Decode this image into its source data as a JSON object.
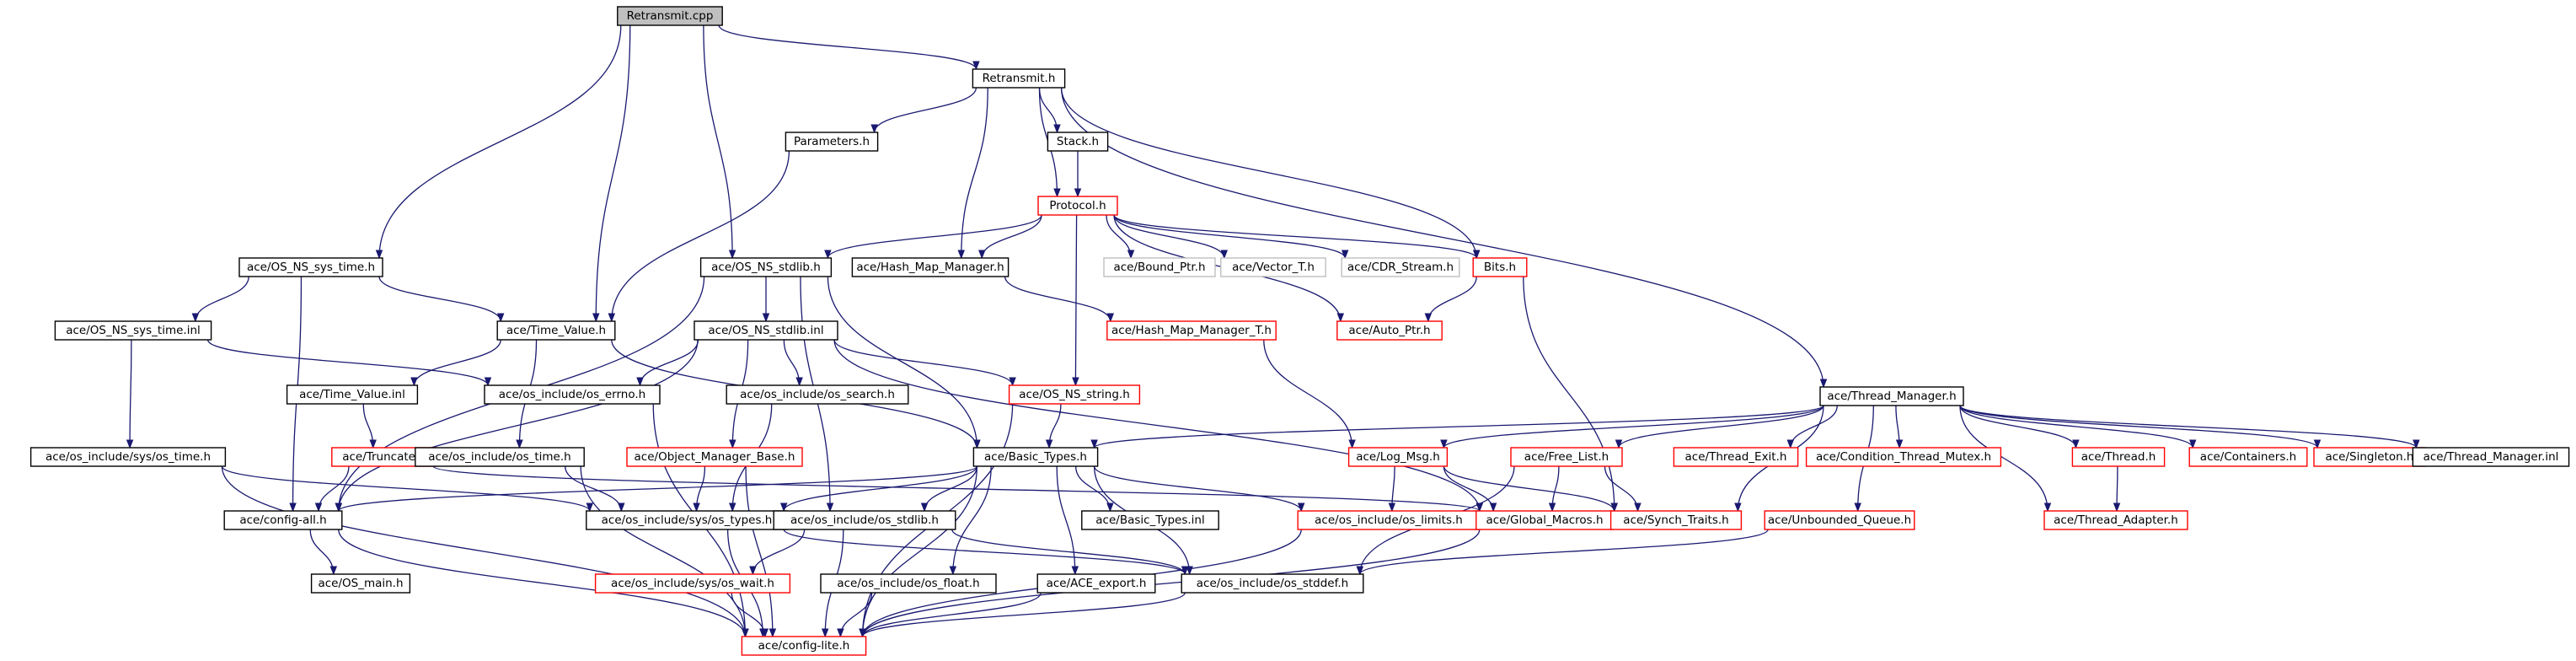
{
  "graph": {
    "nodes": [
      {
        "id": "retransmit_cpp",
        "label": "Retransmit.cpp",
        "style": "root"
      },
      {
        "id": "retransmit_h",
        "label": "Retransmit.h",
        "style": "normal"
      },
      {
        "id": "parameters_h",
        "label": "Parameters.h",
        "style": "normal"
      },
      {
        "id": "stack_h",
        "label": "Stack.h",
        "style": "normal"
      },
      {
        "id": "protocol_h",
        "label": "Protocol.h",
        "style": "truncated"
      },
      {
        "id": "os_ns_sys_time_h",
        "label": "ace/OS_NS_sys_time.h",
        "style": "normal"
      },
      {
        "id": "os_ns_stdlib_h",
        "label": "ace/OS_NS_stdlib.h",
        "style": "normal"
      },
      {
        "id": "hash_map_manager_h",
        "label": "ace/Hash_Map_Manager.h",
        "style": "normal"
      },
      {
        "id": "bound_ptr_h",
        "label": "ace/Bound_Ptr.h",
        "style": "external"
      },
      {
        "id": "vector_t_h",
        "label": "ace/Vector_T.h",
        "style": "external"
      },
      {
        "id": "cdr_stream_h",
        "label": "ace/CDR_Stream.h",
        "style": "external"
      },
      {
        "id": "bits_h",
        "label": "Bits.h",
        "style": "truncated"
      },
      {
        "id": "os_ns_sys_time_inl",
        "label": "ace/OS_NS_sys_time.inl",
        "style": "normal"
      },
      {
        "id": "time_value_h",
        "label": "ace/Time_Value.h",
        "style": "normal"
      },
      {
        "id": "os_ns_stdlib_inl",
        "label": "ace/OS_NS_stdlib.inl",
        "style": "normal"
      },
      {
        "id": "hash_map_manager_t_h",
        "label": "ace/Hash_Map_Manager_T.h",
        "style": "truncated"
      },
      {
        "id": "auto_ptr_h",
        "label": "ace/Auto_Ptr.h",
        "style": "truncated"
      },
      {
        "id": "thread_manager_h",
        "label": "ace/Thread_Manager.h",
        "style": "normal"
      },
      {
        "id": "time_value_inl",
        "label": "ace/Time_Value.inl",
        "style": "normal"
      },
      {
        "id": "os_errno_h",
        "label": "ace/os_include/os_errno.h",
        "style": "normal"
      },
      {
        "id": "os_search_h",
        "label": "ace/os_include/os_search.h",
        "style": "normal"
      },
      {
        "id": "os_ns_string_h",
        "label": "ace/OS_NS_string.h",
        "style": "truncated"
      },
      {
        "id": "sys_os_time_h",
        "label": "ace/os_include/sys/os_time.h",
        "style": "normal"
      },
      {
        "id": "truncate_h",
        "label": "ace/Truncate.h",
        "style": "truncated"
      },
      {
        "id": "os_time_h",
        "label": "ace/os_include/os_time.h",
        "style": "normal"
      },
      {
        "id": "object_manager_base_h",
        "label": "ace/Object_Manager_Base.h",
        "style": "truncated"
      },
      {
        "id": "basic_types_h",
        "label": "ace/Basic_Types.h",
        "style": "normal"
      },
      {
        "id": "log_msg_h",
        "label": "ace/Log_Msg.h",
        "style": "truncated"
      },
      {
        "id": "free_list_h",
        "label": "ace/Free_List.h",
        "style": "truncated"
      },
      {
        "id": "thread_exit_h",
        "label": "ace/Thread_Exit.h",
        "style": "truncated"
      },
      {
        "id": "condition_thread_mutex_h",
        "label": "ace/Condition_Thread_Mutex.h",
        "style": "truncated"
      },
      {
        "id": "thread_h",
        "label": "ace/Thread.h",
        "style": "truncated"
      },
      {
        "id": "containers_h",
        "label": "ace/Containers.h",
        "style": "truncated"
      },
      {
        "id": "singleton_h",
        "label": "ace/Singleton.h",
        "style": "truncated"
      },
      {
        "id": "thread_manager_inl",
        "label": "ace/Thread_Manager.inl",
        "style": "normal"
      },
      {
        "id": "config_all_h",
        "label": "ace/config-all.h",
        "style": "normal"
      },
      {
        "id": "sys_os_types_h",
        "label": "ace/os_include/sys/os_types.h",
        "style": "normal"
      },
      {
        "id": "os_stdlib_h",
        "label": "ace/os_include/os_stdlib.h",
        "style": "normal"
      },
      {
        "id": "basic_types_inl",
        "label": "ace/Basic_Types.inl",
        "style": "normal"
      },
      {
        "id": "os_limits_h",
        "label": "ace/os_include/os_limits.h",
        "style": "truncated"
      },
      {
        "id": "global_macros_h",
        "label": "ace/Global_Macros.h",
        "style": "truncated"
      },
      {
        "id": "synch_traits_h",
        "label": "ace/Synch_Traits.h",
        "style": "truncated"
      },
      {
        "id": "unbounded_queue_h",
        "label": "ace/Unbounded_Queue.h",
        "style": "truncated"
      },
      {
        "id": "thread_adapter_h",
        "label": "ace/Thread_Adapter.h",
        "style": "truncated"
      },
      {
        "id": "os_main_h",
        "label": "ace/OS_main.h",
        "style": "normal"
      },
      {
        "id": "sys_os_wait_h",
        "label": "ace/os_include/sys/os_wait.h",
        "style": "truncated"
      },
      {
        "id": "os_float_h",
        "label": "ace/os_include/os_float.h",
        "style": "normal"
      },
      {
        "id": "ace_export_h",
        "label": "ace/ACE_export.h",
        "style": "normal"
      },
      {
        "id": "os_stddef_h",
        "label": "ace/os_include/os_stddef.h",
        "style": "normal"
      },
      {
        "id": "config_lite_h",
        "label": "ace/config-lite.h",
        "style": "truncated"
      }
    ],
    "edges": [
      [
        "retransmit_cpp",
        "retransmit_h"
      ],
      [
        "retransmit_cpp",
        "os_ns_sys_time_h"
      ],
      [
        "retransmit_cpp",
        "time_value_h"
      ],
      [
        "retransmit_cpp",
        "os_ns_stdlib_h"
      ],
      [
        "retransmit_h",
        "parameters_h"
      ],
      [
        "retransmit_h",
        "stack_h"
      ],
      [
        "retransmit_h",
        "protocol_h"
      ],
      [
        "retransmit_h",
        "hash_map_manager_h"
      ],
      [
        "retransmit_h",
        "bits_h"
      ],
      [
        "retransmit_h",
        "thread_manager_h"
      ],
      [
        "parameters_h",
        "time_value_h"
      ],
      [
        "stack_h",
        "protocol_h"
      ],
      [
        "protocol_h",
        "os_ns_stdlib_h"
      ],
      [
        "protocol_h",
        "hash_map_manager_h"
      ],
      [
        "protocol_h",
        "bound_ptr_h"
      ],
      [
        "protocol_h",
        "vector_t_h"
      ],
      [
        "protocol_h",
        "cdr_stream_h"
      ],
      [
        "protocol_h",
        "bits_h"
      ],
      [
        "protocol_h",
        "auto_ptr_h"
      ],
      [
        "protocol_h",
        "os_ns_string_h"
      ],
      [
        "os_ns_sys_time_h",
        "os_ns_sys_time_inl"
      ],
      [
        "os_ns_sys_time_h",
        "time_value_h"
      ],
      [
        "os_ns_sys_time_h",
        "config_all_h"
      ],
      [
        "os_ns_stdlib_h",
        "os_ns_stdlib_inl"
      ],
      [
        "os_ns_stdlib_h",
        "config_all_h"
      ],
      [
        "os_ns_stdlib_h",
        "basic_types_h"
      ],
      [
        "os_ns_stdlib_h",
        "os_stdlib_h"
      ],
      [
        "hash_map_manager_h",
        "hash_map_manager_t_h"
      ],
      [
        "bits_h",
        "auto_ptr_h"
      ],
      [
        "bits_h",
        "synch_traits_h"
      ],
      [
        "os_ns_sys_time_inl",
        "sys_os_time_h"
      ],
      [
        "os_ns_sys_time_inl",
        "os_errno_h"
      ],
      [
        "time_value_h",
        "time_value_inl"
      ],
      [
        "time_value_h",
        "os_time_h"
      ],
      [
        "time_value_h",
        "basic_types_h"
      ],
      [
        "os_ns_stdlib_inl",
        "os_errno_h"
      ],
      [
        "os_ns_stdlib_inl",
        "os_search_h"
      ],
      [
        "os_ns_stdlib_inl",
        "os_ns_string_h"
      ],
      [
        "os_ns_stdlib_inl",
        "object_manager_base_h"
      ],
      [
        "os_ns_stdlib_inl",
        "global_macros_h"
      ],
      [
        "os_ns_stdlib_inl",
        "config_all_h"
      ],
      [
        "hash_map_manager_t_h",
        "log_msg_h"
      ],
      [
        "thread_manager_h",
        "basic_types_h"
      ],
      [
        "thread_manager_h",
        "log_msg_h"
      ],
      [
        "thread_manager_h",
        "free_list_h"
      ],
      [
        "thread_manager_h",
        "thread_exit_h"
      ],
      [
        "thread_manager_h",
        "condition_thread_mutex_h"
      ],
      [
        "thread_manager_h",
        "thread_h"
      ],
      [
        "thread_manager_h",
        "containers_h"
      ],
      [
        "thread_manager_h",
        "singleton_h"
      ],
      [
        "thread_manager_h",
        "thread_manager_inl"
      ],
      [
        "thread_manager_h",
        "synch_traits_h"
      ],
      [
        "thread_manager_h",
        "unbounded_queue_h"
      ],
      [
        "thread_manager_h",
        "thread_adapter_h"
      ],
      [
        "time_value_inl",
        "truncate_h"
      ],
      [
        "os_errno_h",
        "config_lite_h"
      ],
      [
        "os_search_h",
        "sys_os_types_h"
      ],
      [
        "os_ns_string_h",
        "basic_types_h"
      ],
      [
        "os_ns_string_h",
        "config_lite_h"
      ],
      [
        "sys_os_time_h",
        "sys_os_types_h"
      ],
      [
        "sys_os_time_h",
        "config_lite_h"
      ],
      [
        "truncate_h",
        "config_all_h"
      ],
      [
        "truncate_h",
        "global_macros_h"
      ],
      [
        "os_time_h",
        "sys_os_types_h"
      ],
      [
        "os_time_h",
        "config_lite_h"
      ],
      [
        "object_manager_base_h",
        "sys_os_types_h"
      ],
      [
        "object_manager_base_h",
        "config_lite_h"
      ],
      [
        "basic_types_h",
        "sys_os_types_h"
      ],
      [
        "basic_types_h",
        "os_stdlib_h"
      ],
      [
        "basic_types_h",
        "basic_types_inl"
      ],
      [
        "basic_types_h",
        "os_limits_h"
      ],
      [
        "basic_types_h",
        "os_float_h"
      ],
      [
        "basic_types_h",
        "ace_export_h"
      ],
      [
        "basic_types_h",
        "os_stddef_h"
      ],
      [
        "basic_types_h",
        "config_all_h"
      ],
      [
        "basic_types_h",
        "config_lite_h"
      ],
      [
        "log_msg_h",
        "os_limits_h"
      ],
      [
        "log_msg_h",
        "global_macros_h"
      ],
      [
        "log_msg_h",
        "synch_traits_h"
      ],
      [
        "free_list_h",
        "global_macros_h"
      ],
      [
        "free_list_h",
        "synch_traits_h"
      ],
      [
        "free_list_h",
        "os_stddef_h"
      ],
      [
        "thread_h",
        "thread_adapter_h"
      ],
      [
        "config_all_h",
        "os_main_h"
      ],
      [
        "config_all_h",
        "config_lite_h"
      ],
      [
        "sys_os_types_h",
        "os_stddef_h"
      ],
      [
        "sys_os_types_h",
        "config_lite_h"
      ],
      [
        "os_stdlib_h",
        "sys_os_wait_h"
      ],
      [
        "os_stdlib_h",
        "os_stddef_h"
      ],
      [
        "os_stdlib_h",
        "config_lite_h"
      ],
      [
        "os_limits_h",
        "config_lite_h"
      ],
      [
        "global_macros_h",
        "config_lite_h"
      ],
      [
        "unbounded_queue_h",
        "os_stddef_h"
      ],
      [
        "sys_os_wait_h",
        "config_lite_h"
      ],
      [
        "os_float_h",
        "config_lite_h"
      ],
      [
        "ace_export_h",
        "config_lite_h"
      ],
      [
        "os_stddef_h",
        "config_lite_h"
      ]
    ]
  },
  "colors": {
    "edge": "#191970",
    "normal_border": "#000000",
    "truncated_border": "#ff0000",
    "external_border": "#bfbfbf",
    "root_fill": "#bfbfbf",
    "node_fill": "#ffffff"
  }
}
